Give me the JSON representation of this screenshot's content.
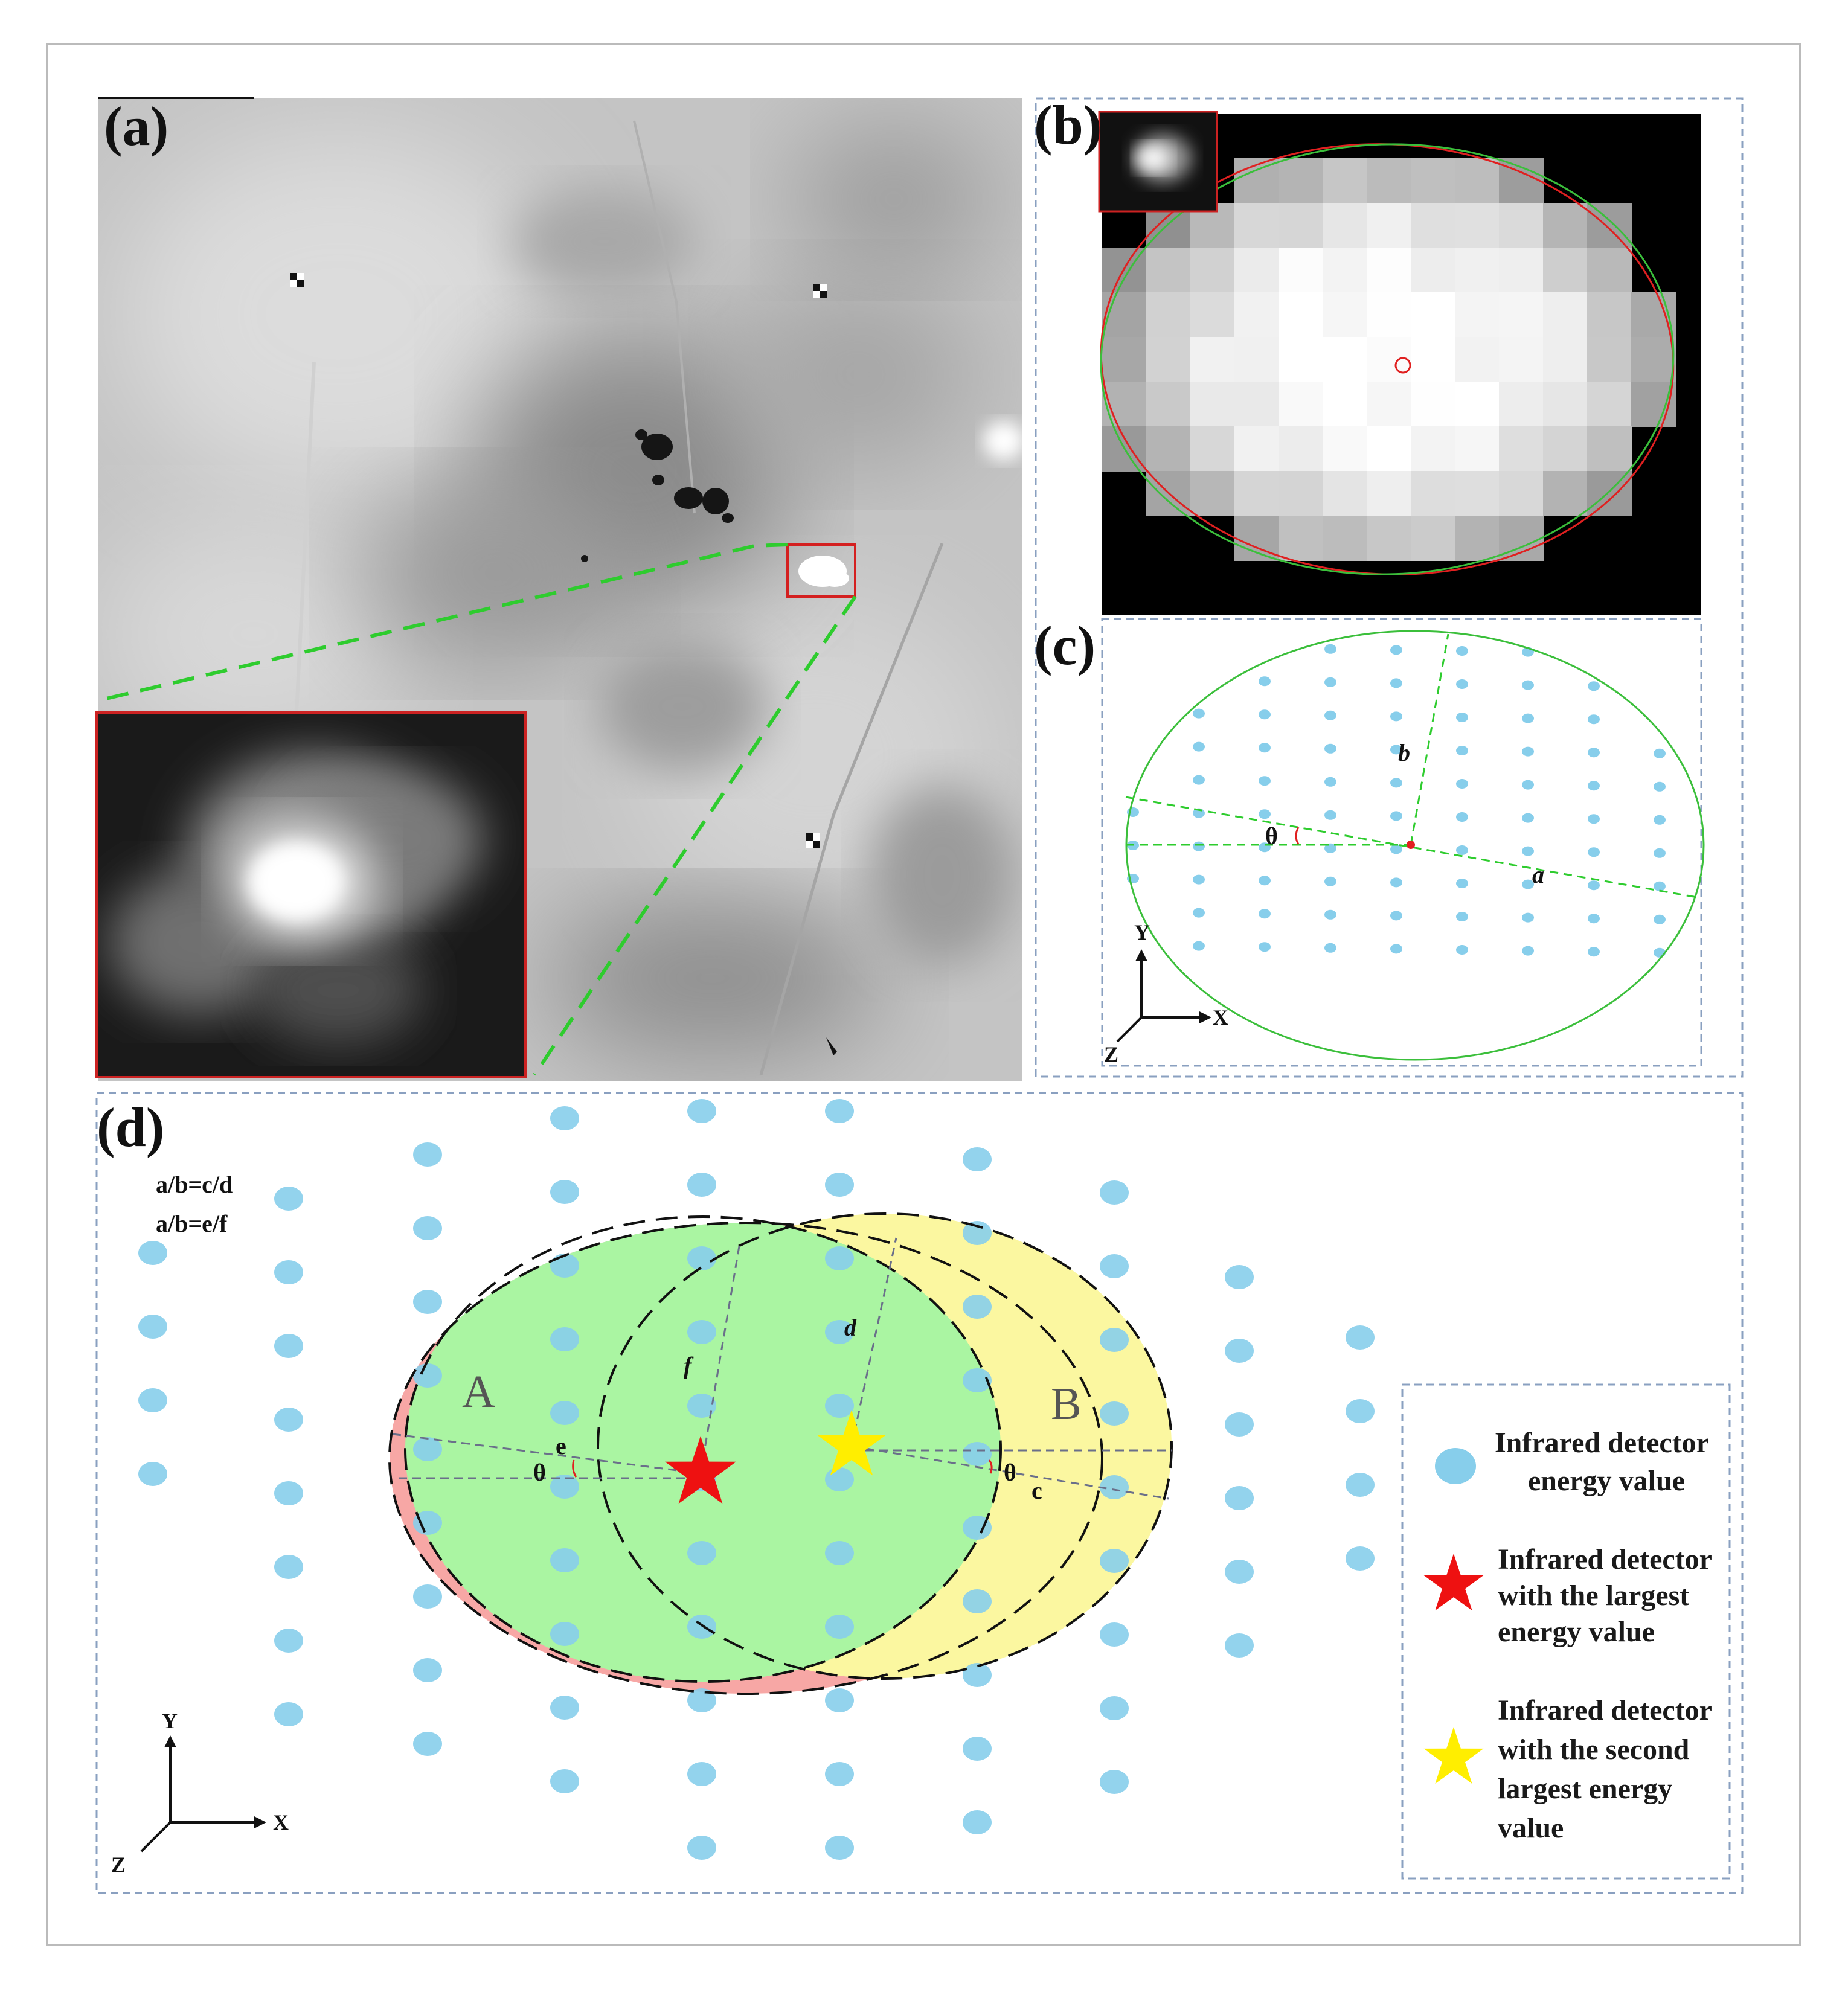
{
  "panels": {
    "a": {
      "label": "(a)"
    },
    "b": {
      "label": "(b)"
    },
    "c": {
      "label": "(c)",
      "symbols": {
        "theta": "θ",
        "a": "a",
        "b": "b"
      }
    },
    "d": {
      "label": "(d)",
      "equations": [
        "a/b=c/d",
        "a/b=e/f"
      ],
      "region_A": "A",
      "region_B": "B",
      "symbols": {
        "theta": "θ",
        "c": "c",
        "d": "d",
        "e": "e",
        "f": "f"
      }
    }
  },
  "axes": {
    "x": "X",
    "y": "Y",
    "z": "Z"
  },
  "legend": {
    "items": [
      {
        "icon": "blue-dot-icon",
        "lines": [
          "Infrared  detector",
          "energy value"
        ]
      },
      {
        "icon": "red-star-icon",
        "lines": [
          "Infrared detector",
          "with the largest",
          "energy value"
        ]
      },
      {
        "icon": "yellow-star-icon",
        "lines": [
          "Infrared detector",
          "with the second",
          "largest energy",
          "value"
        ]
      }
    ]
  },
  "colors": {
    "dot": "#87ceeb",
    "ellipse_line": "#3bbf3b",
    "dashed_green": "#2ecc2e",
    "region_A": "#f7a7a5",
    "region_B": "#fbf7a0",
    "overlap": "#aaf5a2",
    "red_star": "#ee1111",
    "yellow_star": "#ffee00",
    "panel_border": "#8aa0c0",
    "inset_border": "#cc2222"
  }
}
